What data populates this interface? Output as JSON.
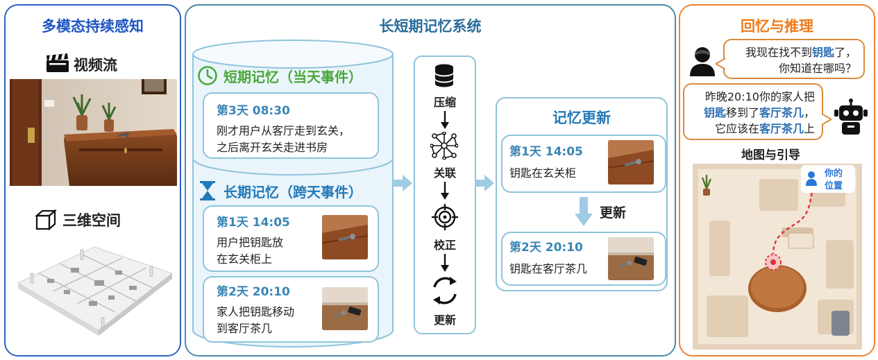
{
  "left": {
    "title": "多模态持续感知",
    "video_label": "视频流",
    "space_label": "三维空间"
  },
  "middle": {
    "title": "长短期记忆系统",
    "short_term": {
      "title": "短期记忆（当天事件）",
      "card": {
        "time": "第3天   08:30",
        "line1": "刚才用户从客厅走到玄关，",
        "line2": "之后离开玄关走进书房"
      }
    },
    "long_term": {
      "title": "长期记忆（跨天事件）",
      "cards": [
        {
          "time": "第1天   14:05",
          "line1": "用户把钥匙放",
          "line2": "在玄关柜上"
        },
        {
          "time": "第2天   20:10",
          "line1": "家人把钥匙移动",
          "line2": "到客厅茶几"
        }
      ]
    },
    "steps": [
      "压缩",
      "关联",
      "校正",
      "更新"
    ],
    "update": {
      "title": "记忆更新",
      "cards": [
        {
          "time": "第1天   14:05",
          "text": "钥匙在玄关柜"
        },
        {
          "time": "第2天   20:10",
          "text": "钥匙在客厅茶几"
        }
      ],
      "arrow_label": "更新"
    }
  },
  "right": {
    "title": "回忆与推理",
    "question": {
      "p1": "我现在找不到",
      "h1": "钥匙",
      "p2": "了，",
      "line2": "你知道在哪吗？"
    },
    "answer": {
      "line1": "昨晚20:10你的家人把",
      "h1": "钥匙",
      "p1": "移到了",
      "h2": "客厅茶几",
      "p2": "，",
      "p3": "它应该在",
      "h3": "客厅茶几",
      "p4": "上"
    },
    "map_title": "地图与引导",
    "position_label_1": "你的",
    "position_label_2": "位置"
  },
  "colors": {
    "left_border": "#2a63c0",
    "left_title": "#1f56c4",
    "middle_border": "#4d8aa6",
    "middle_title": "#2a6d99",
    "short_term_green": "#4aa83a",
    "long_term_blue": "#2479b8",
    "right_border": "#ee8233",
    "right_title": "#f07a1a"
  }
}
